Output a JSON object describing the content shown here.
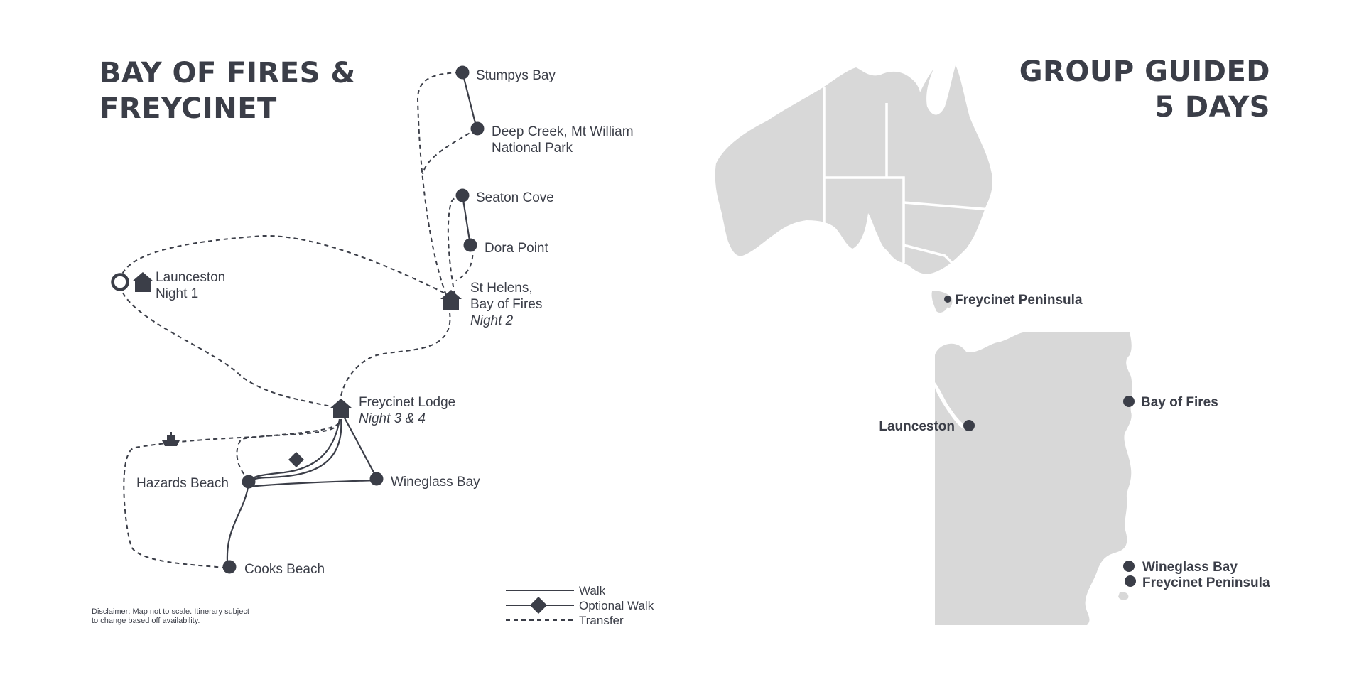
{
  "title": {
    "line1": "BAY OF FIRES &",
    "line2": "FREYCINET"
  },
  "trip": {
    "line1": "GROUP GUIDED",
    "line2": "5 DAYS"
  },
  "stops": {
    "stumpys_bay": "Stumpys Bay",
    "deep_creek_1": "Deep Creek, Mt William",
    "deep_creek_2": "National Park",
    "seaton_cove": "Seaton Cove",
    "dora_point": "Dora Point",
    "launceston": "Launceston",
    "launceston_night": "Night 1",
    "st_helens_1": "St Helens,",
    "st_helens_2": "Bay of Fires",
    "st_helens_night": "Night 2",
    "freycinet_lodge": "Freycinet Lodge",
    "freycinet_lodge_night": "Night 3 & 4",
    "hazards_beach": "Hazards Beach",
    "wineglass_bay": "Wineglass Bay",
    "cooks_beach": "Cooks Beach"
  },
  "legend": {
    "walk": "Walk",
    "optional_walk": "Optional Walk",
    "transfer": "Transfer"
  },
  "disclaimer": {
    "line1": "Disclaimer: Map not to scale. Itinerary subject",
    "line2": "to change based off availability."
  },
  "australia_map": {
    "label": "Freycinet Peninsula"
  },
  "tasmania_map": {
    "launceston": "Launceston",
    "bay_of_fires": "Bay of Fires",
    "wineglass_bay": "Wineglass Bay",
    "freycinet_peninsula": "Freycinet Peninsula"
  },
  "colors": {
    "ink": "#3b3e48",
    "land": "#d8d8d8",
    "border": "#ffffff"
  }
}
